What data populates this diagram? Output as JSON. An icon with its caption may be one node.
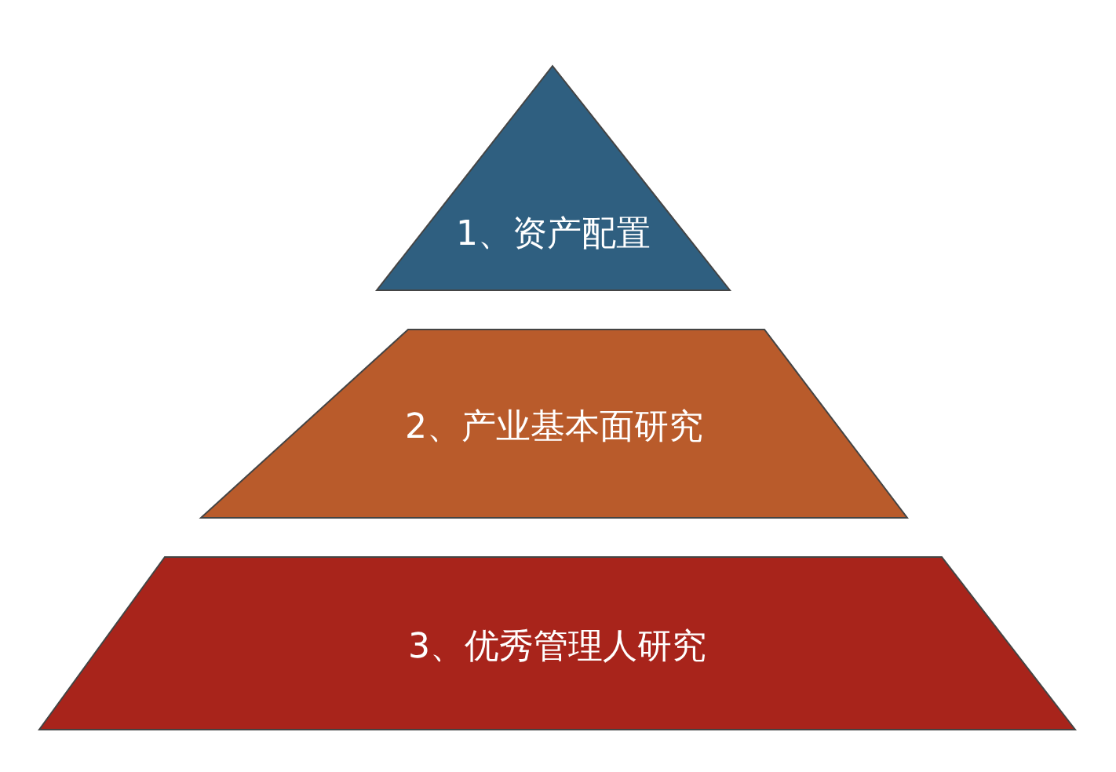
{
  "diagram": {
    "nodes": [
      {
        "text": [
          "1、资产配置"
        ]
      },
      {
        "text": [
          "2、产业基本面研究"
        ]
      },
      {
        "text": [
          "3、优秀管理人研究"
        ]
      }
    ]
  }
}
